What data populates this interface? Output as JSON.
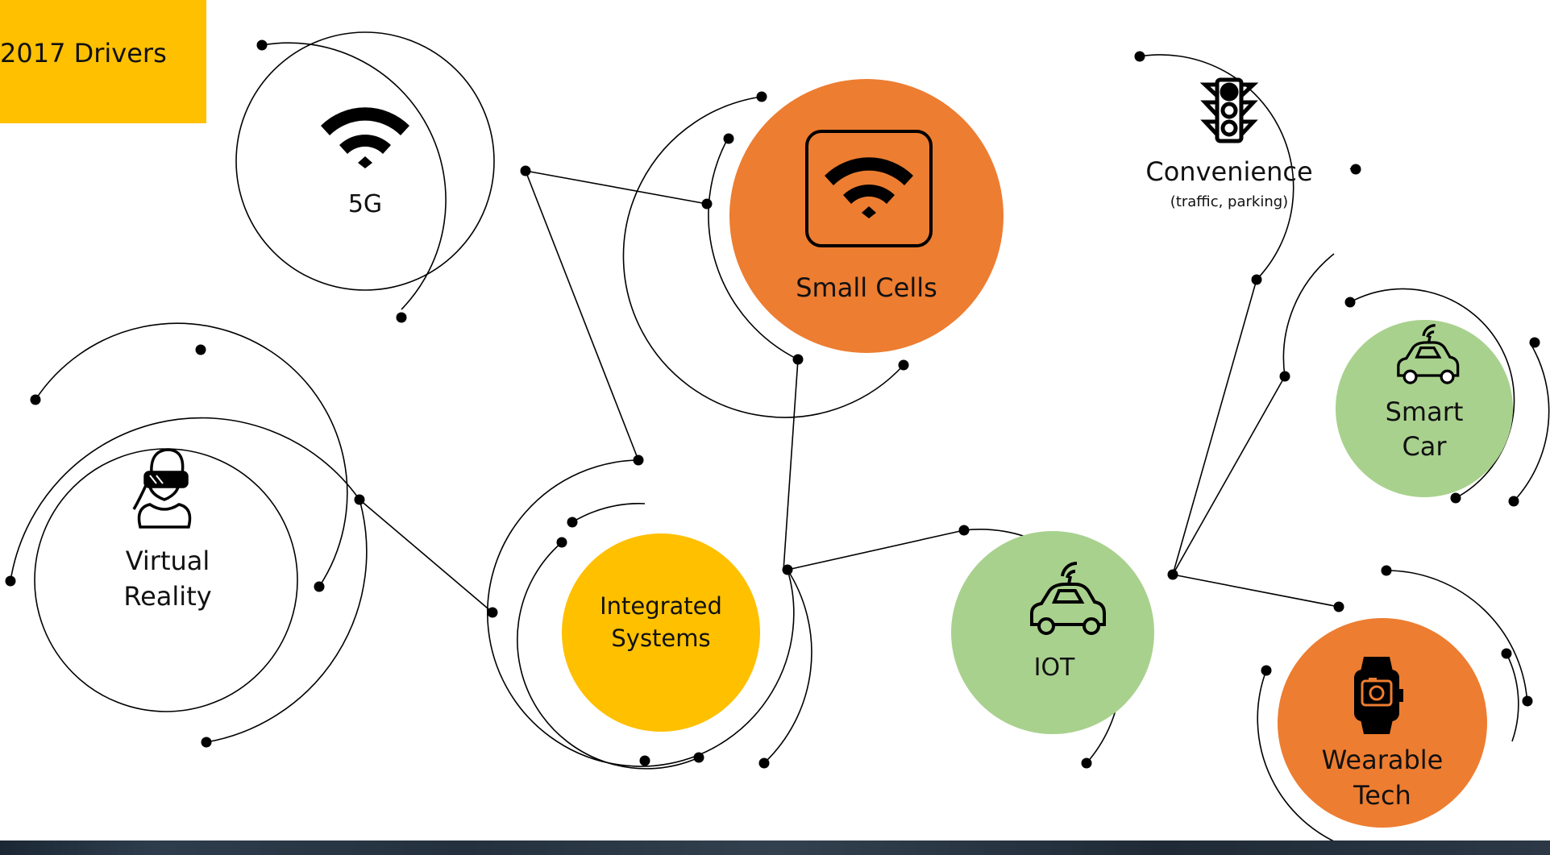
{
  "title": "2017 Drivers",
  "colors": {
    "orange": "#ED7D31",
    "yellow": "#FFC000",
    "green": "#A9D18E",
    "white": "#FFFFFF",
    "outline": "#000000"
  },
  "nodes": {
    "5g": {
      "label": "5G",
      "icon": "wifi-icon"
    },
    "small_cells": {
      "label": "Small Cells",
      "icon": "wifi-box-icon"
    },
    "convenience": {
      "label": "Convenience",
      "sublabel": "(traffic, parking)",
      "icon": "traffic-light-icon"
    },
    "smart_car": {
      "label_line1": "Smart",
      "label_line2": "Car",
      "icon": "connected-car-icon"
    },
    "vr": {
      "label_line1": "Virtual",
      "label_line2": "Reality",
      "icon": "vr-headset-person-icon"
    },
    "integrated": {
      "label_line1": "Integrated",
      "label_line2": "Systems"
    },
    "iot": {
      "label": "IOT",
      "icon": "connected-car-icon"
    },
    "wearable": {
      "label_line1": "Wearable",
      "label_line2": "Tech",
      "icon": "smartwatch-icon"
    }
  }
}
